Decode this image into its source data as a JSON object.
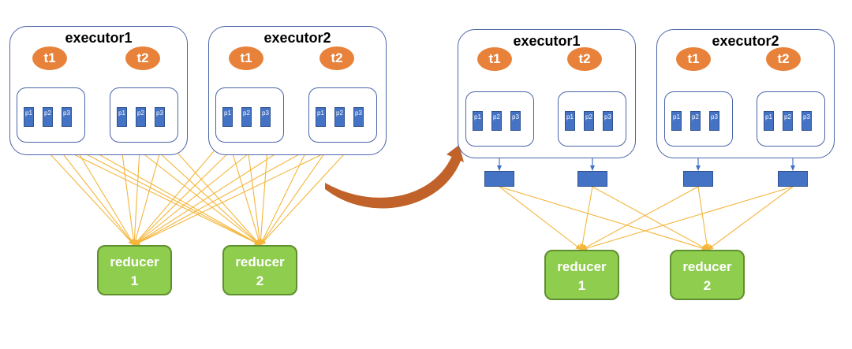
{
  "left": {
    "executors": [
      {
        "title": "executor1",
        "tasks": [
          "t1",
          "t2"
        ],
        "groups": [
          [
            "p1",
            "p2",
            "p3"
          ],
          [
            "p1",
            "p2",
            "p3"
          ]
        ]
      },
      {
        "title": "executor2",
        "tasks": [
          "t1",
          "t2"
        ],
        "groups": [
          [
            "p1",
            "p2",
            "p3"
          ],
          [
            "p1",
            "p2",
            "p3"
          ]
        ]
      }
    ],
    "reducers": [
      {
        "line1": "reducer",
        "line2": "1"
      },
      {
        "line1": "reducer",
        "line2": "2"
      }
    ]
  },
  "right": {
    "executors": [
      {
        "title": "executor1",
        "tasks": [
          "t1",
          "t2"
        ],
        "groups": [
          [
            "p1",
            "p2",
            "p3"
          ],
          [
            "p1",
            "p2",
            "p3"
          ]
        ]
      },
      {
        "title": "executor2",
        "tasks": [
          "t1",
          "t2"
        ],
        "groups": [
          [
            "p1",
            "p2",
            "p3"
          ],
          [
            "p1",
            "p2",
            "p3"
          ]
        ]
      }
    ],
    "reducers": [
      {
        "line1": "reducer",
        "line2": "1"
      },
      {
        "line1": "reducer",
        "line2": "2"
      }
    ]
  },
  "colors": {
    "edge": "#f4b63b",
    "arrow": "#4472c4",
    "transition_arrow": "#c0622a",
    "task": "#e8823a",
    "partition": "#4472c4",
    "reducer": "#8fcd4f"
  }
}
